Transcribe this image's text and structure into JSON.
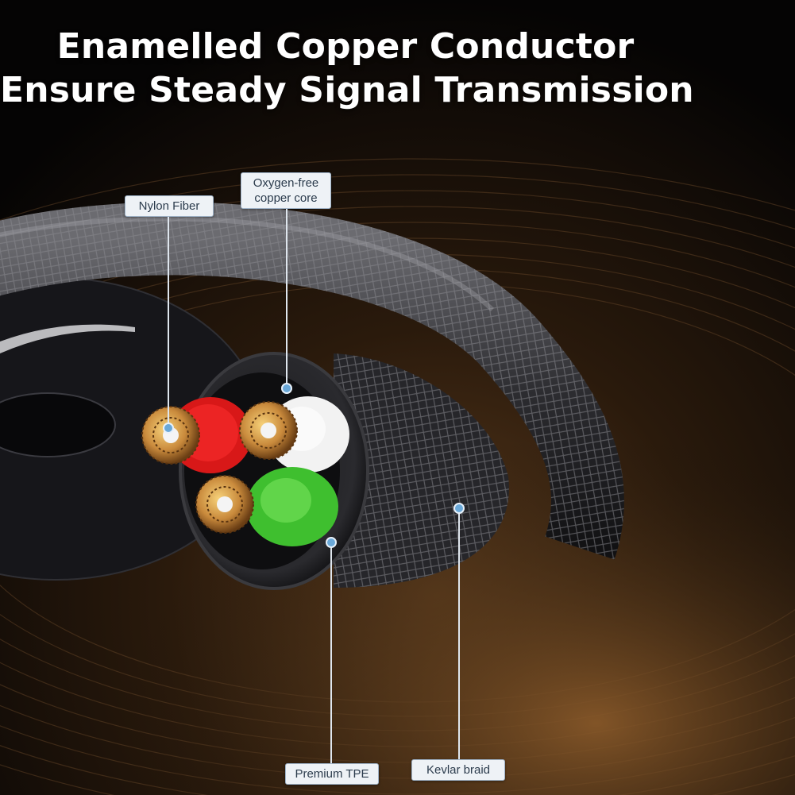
{
  "headline": {
    "line1": "Enamelled Copper Conductor",
    "line2": "Ensure Steady Signal Transmission"
  },
  "callouts": {
    "nylon_fiber": "Nylon Fiber",
    "oxygen_free_line1": "Oxygen-free",
    "oxygen_free_line2": "copper core",
    "premium_tpe": "Premium TPE",
    "kevlar_braid": "Kevlar braid"
  },
  "colors": {
    "background": "#0a0806",
    "braid": "#3a3a3e",
    "red_insulation": "#d81818",
    "white_insulation": "#f2f2f2",
    "green_insulation": "#3fbf2f",
    "copper": "#c98a3c",
    "callout_dot": "#6aa8d8"
  },
  "icons": {
    "cable": "braided-cable-cross-section-illustration",
    "disc": "vinyl-record-illustration"
  }
}
